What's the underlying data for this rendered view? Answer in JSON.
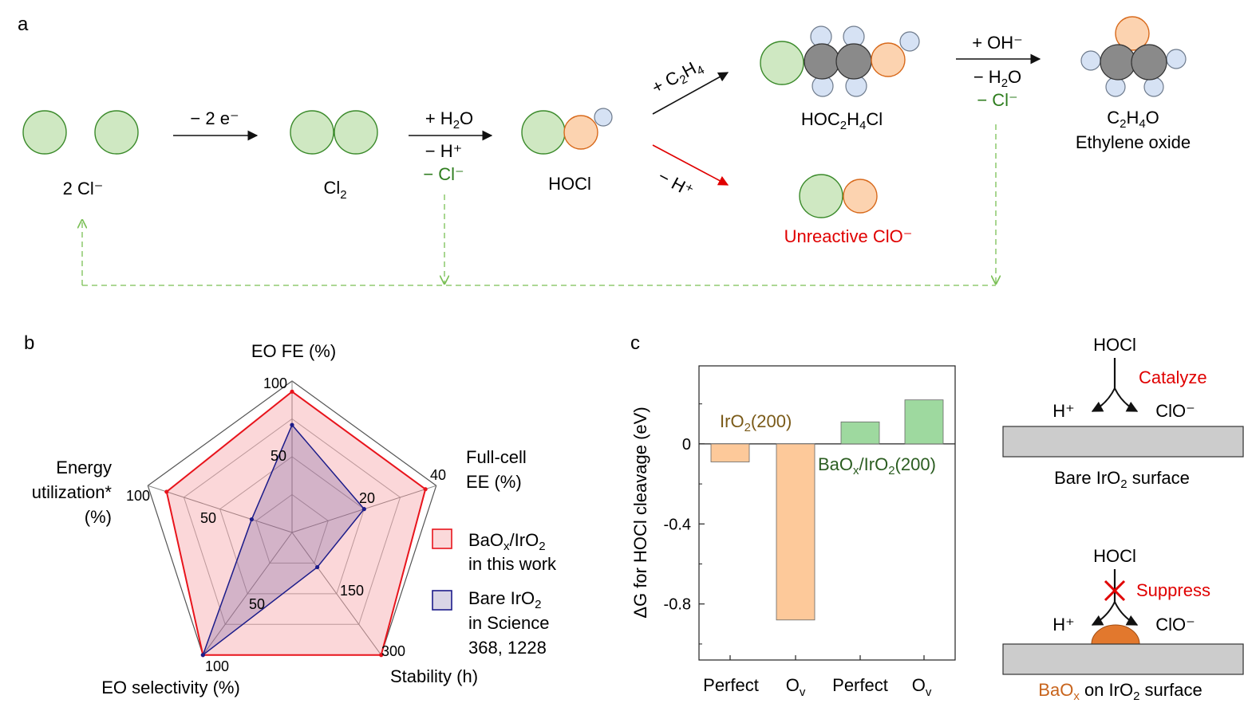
{
  "panel_a": {
    "letter": "a",
    "species": {
      "chloride": "2 Cl⁻",
      "chlorine_base": "Cl",
      "chlorine_sub": "2",
      "hocl": "HOCl",
      "hoc2h4cl_1": "HOC",
      "hoc2h4cl_sub1": "2",
      "hoc2h4cl_2": "H",
      "hoc2h4cl_sub2": "4",
      "hoc2h4cl_3": "Cl",
      "eo_1": "C",
      "eo_sub1": "2",
      "eo_2": "H",
      "eo_sub2": "4",
      "eo_3": "O",
      "eo_name": "Ethylene oxide",
      "clo": "Unreactive ClO⁻"
    },
    "steps": {
      "s1": "− 2 e⁻",
      "s2_top_1": "+ H",
      "s2_top_sub": "2",
      "s2_top_2": "O",
      "s2_mid": "− H⁺",
      "s2_bot": "− Cl⁻",
      "s3_up_1": "+ C",
      "s3_up_sub1": "2",
      "s3_up_2": "H",
      "s3_up_sub2": "4",
      "s3_down": "− H⁺",
      "s4_top": "+ OH⁻",
      "s4_mid_1": "− H",
      "s4_mid_sub": "2",
      "s4_mid_2": "O",
      "s4_bot": "− Cl⁻"
    }
  },
  "panel_b": {
    "letter": "b",
    "axes": {
      "top": "EO FE (%)",
      "right_1": "Full-cell",
      "right_2": "EE (%)",
      "bottom_right": "Stability (h)",
      "bottom_left": "EO selectivity (%)",
      "left_1": "Energy",
      "left_2": "utilization*",
      "left_3": "(%)"
    },
    "ticks": {
      "top_max": "100",
      "top_mid": "50",
      "right_max": "40",
      "right_mid": "20",
      "br_max": "300",
      "br_mid": "150",
      "bl_max": "100",
      "bl_mid": "50",
      "left_max": "100",
      "left_mid": "50"
    },
    "legend": {
      "s1_1a": "BaO",
      "s1_1sub": "x",
      "s1_1b": "/IrO",
      "s1_1sub2": "2",
      "s1_2": "in this work",
      "s2_1a": "Bare IrO",
      "s2_1sub": "2",
      "s2_2": "in Science",
      "s2_3": "368, 1228"
    }
  },
  "panel_c": {
    "letter": "c",
    "ylabel": "ΔG for HOCl cleavage (eV)",
    "ytick_labels": [
      "0",
      "-0.4",
      "-0.8"
    ],
    "xtick_1": "Perfect",
    "xtick_2": "O",
    "xtick_2_sub": "v",
    "xtick_3": "Perfect",
    "xtick_4": "O",
    "xtick_4_sub": "v",
    "annot_iro2_1": "IrO",
    "annot_iro2_sub": "2",
    "annot_iro2_2": "(200)",
    "annot_bao_1": "BaO",
    "annot_bao_sub1": "x",
    "annot_bao_2": "/IrO",
    "annot_bao_sub2": "2",
    "annot_bao_3": "(200)"
  },
  "schematic": {
    "top": {
      "hocl": "HOCl",
      "catalyze": "Catalyze",
      "hplus": "H⁺",
      "clo": "ClO⁻",
      "label_1": "Bare IrO",
      "label_sub": "2",
      "label_2": " surface"
    },
    "bottom": {
      "hocl": "HOCl",
      "suppress": "Suppress",
      "hplus": "H⁺",
      "clo": "ClO⁻",
      "label_bao": "BaO",
      "label_bao_sub": "x",
      "label_2": " on IrO",
      "label_sub": "2",
      "label_3": " surface"
    }
  },
  "colors": {
    "cl_fill": "#cfe8c2",
    "cl_stroke": "#3a8a2a",
    "o_fill": "#fcd3b0",
    "o_stroke": "#d86a1c",
    "h_fill": "#d6e2f4",
    "h_stroke": "#6d7a8c",
    "c_fill": "#8a8a8a",
    "red": "#e00000",
    "green_text": "#2e7d1e",
    "dash_green": "#7abf55",
    "series_red": "#e8141c",
    "series_blue": "#1c1c8a",
    "bar_orange": "#fdc99a",
    "bar_green": "#9ed99f",
    "bao_text": "#c8641c",
    "surface": "#cccccc",
    "bao_bump": "#e2782d"
  },
  "chart_data": [
    {
      "type": "radar",
      "axes": [
        "EO FE (%)",
        "Full-cell EE (%)",
        "Stability (h)",
        "EO selectivity (%)",
        "Energy utilization* (%)"
      ],
      "max": [
        100,
        40,
        300,
        100,
        100
      ],
      "series": [
        {
          "name": "BaOx/IrO2 in this work",
          "values": [
            93,
            37,
            300,
            100,
            87
          ]
        },
        {
          "name": "Bare IrO2 in Science 368, 1228",
          "values": [
            71,
            20,
            85,
            100,
            28
          ]
        }
      ]
    },
    {
      "type": "bar",
      "categories": [
        "Perfect",
        "Ov",
        "Perfect",
        "Ov"
      ],
      "groups": [
        "IrO2(200)",
        "IrO2(200)",
        "BaOx/IrO2(200)",
        "BaOx/IrO2(200)"
      ],
      "values": [
        -0.09,
        -0.88,
        0.11,
        0.22
      ],
      "ylabel": "ΔG for HOCl cleavage (eV)",
      "yticks": [
        0,
        -0.4,
        -0.8
      ],
      "ylim": [
        -1.08,
        0.39
      ]
    }
  ]
}
